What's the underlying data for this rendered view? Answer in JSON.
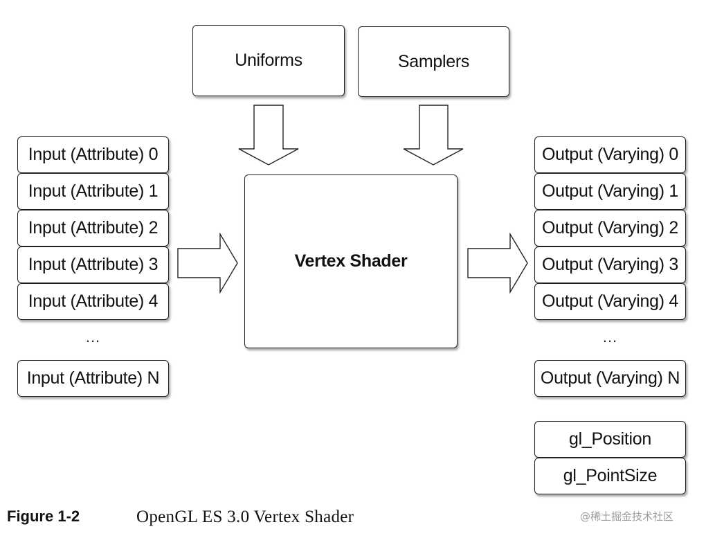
{
  "top_inputs": {
    "uniforms": "Uniforms",
    "samplers": "Samplers"
  },
  "shader_label": "Vertex Shader",
  "inputs": [
    "Input (Attribute) 0",
    "Input (Attribute) 1",
    "Input (Attribute) 2",
    "Input (Attribute) 3",
    "Input (Attribute) 4"
  ],
  "inputs_ellipsis": "...",
  "input_last": "Input (Attribute) N",
  "outputs": [
    "Output (Varying) 0",
    "Output (Varying) 1",
    "Output (Varying) 2",
    "Output (Varying) 3",
    "Output (Varying) 4"
  ],
  "outputs_ellipsis": "...",
  "output_last": "Output (Varying) N",
  "builtins": {
    "position": "gl_Position",
    "point_size": "gl_PointSize"
  },
  "caption": {
    "label": "Figure 1-2",
    "title": "OpenGL ES 3.0 Vertex Shader"
  },
  "watermark": "@稀土掘金技术社区"
}
